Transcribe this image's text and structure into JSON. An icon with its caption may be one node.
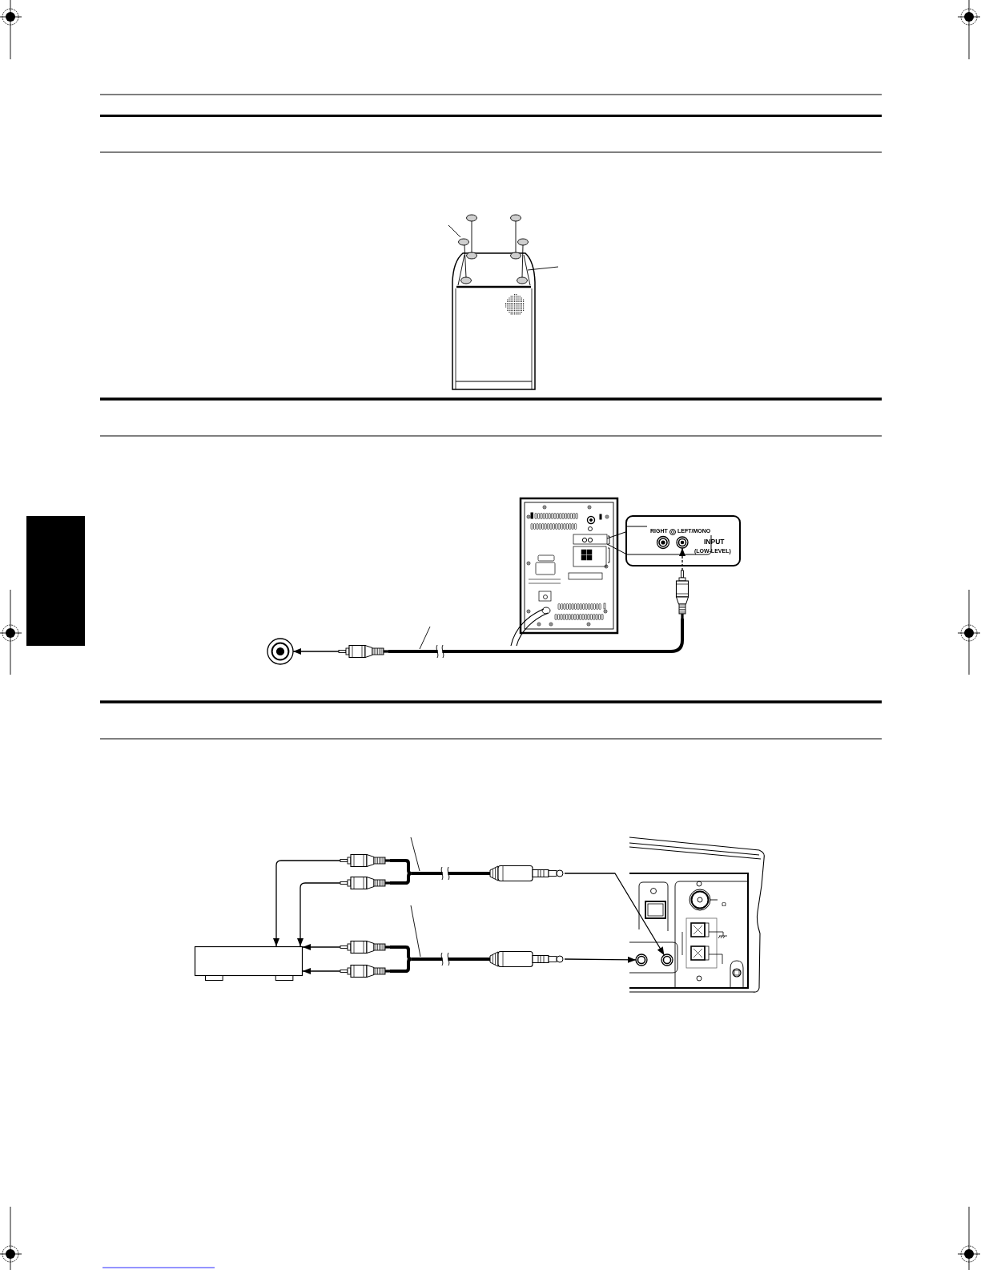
{
  "diagram": {
    "nodes": [
      {
        "text": [
          "RIGHT",
          "LEFT/MONO",
          "INPUT",
          "(LOW-LEVEL)"
        ]
      },
      {
        "text": [],
        "shape": "circle",
        "in": 0
      },
      {
        "text": [],
        "shape": "picture"
      },
      {
        "text": [],
        "shape": "circle"
      },
      {
        "text": [],
        "shape": "picture"
      },
      {
        "text": [],
        "shape": "box"
      },
      {
        "text": [],
        "shape": "picture"
      },
      {
        "text": [],
        "shape": "picture"
      },
      {
        "text": [],
        "shape": "picture"
      },
      {
        "text": [],
        "shape": "picture"
      },
      {
        "text": [],
        "shape": "picture"
      },
      {
        "text": [],
        "shape": "picture"
      },
      {
        "text": [],
        "shape": "picture"
      },
      {
        "text": [],
        "shape": "circle",
        "in": 12
      },
      {
        "text": [],
        "shape": "circle",
        "in": 12
      }
    ],
    "edges": [
      {
        "from": 2,
        "to": 1,
        "arrow": "to",
        "style": "dashed"
      },
      {
        "from": 4,
        "to": 3,
        "arrow": "to"
      },
      {
        "from": 4,
        "to": 2,
        "arrow": "none",
        "style": "thick"
      },
      {
        "from": 6,
        "to": 5,
        "arrow": "to"
      },
      {
        "from": 7,
        "to": 5,
        "arrow": "to"
      },
      {
        "from": 8,
        "to": 5,
        "arrow": "to"
      },
      {
        "from": 9,
        "to": 5,
        "arrow": "to"
      },
      {
        "from": 6,
        "to": 10,
        "arrow": "none",
        "style": "thick"
      },
      {
        "from": 7,
        "to": 10,
        "arrow": "none",
        "style": "thick"
      },
      {
        "from": 8,
        "to": 11,
        "arrow": "none",
        "style": "thick"
      },
      {
        "from": 9,
        "to": 11,
        "arrow": "none",
        "style": "thick"
      },
      {
        "from": 10,
        "to": 14,
        "arrow": "to"
      },
      {
        "from": 11,
        "to": 13,
        "arrow": "to"
      }
    ],
    "labels": [
      "Ω"
    ]
  }
}
